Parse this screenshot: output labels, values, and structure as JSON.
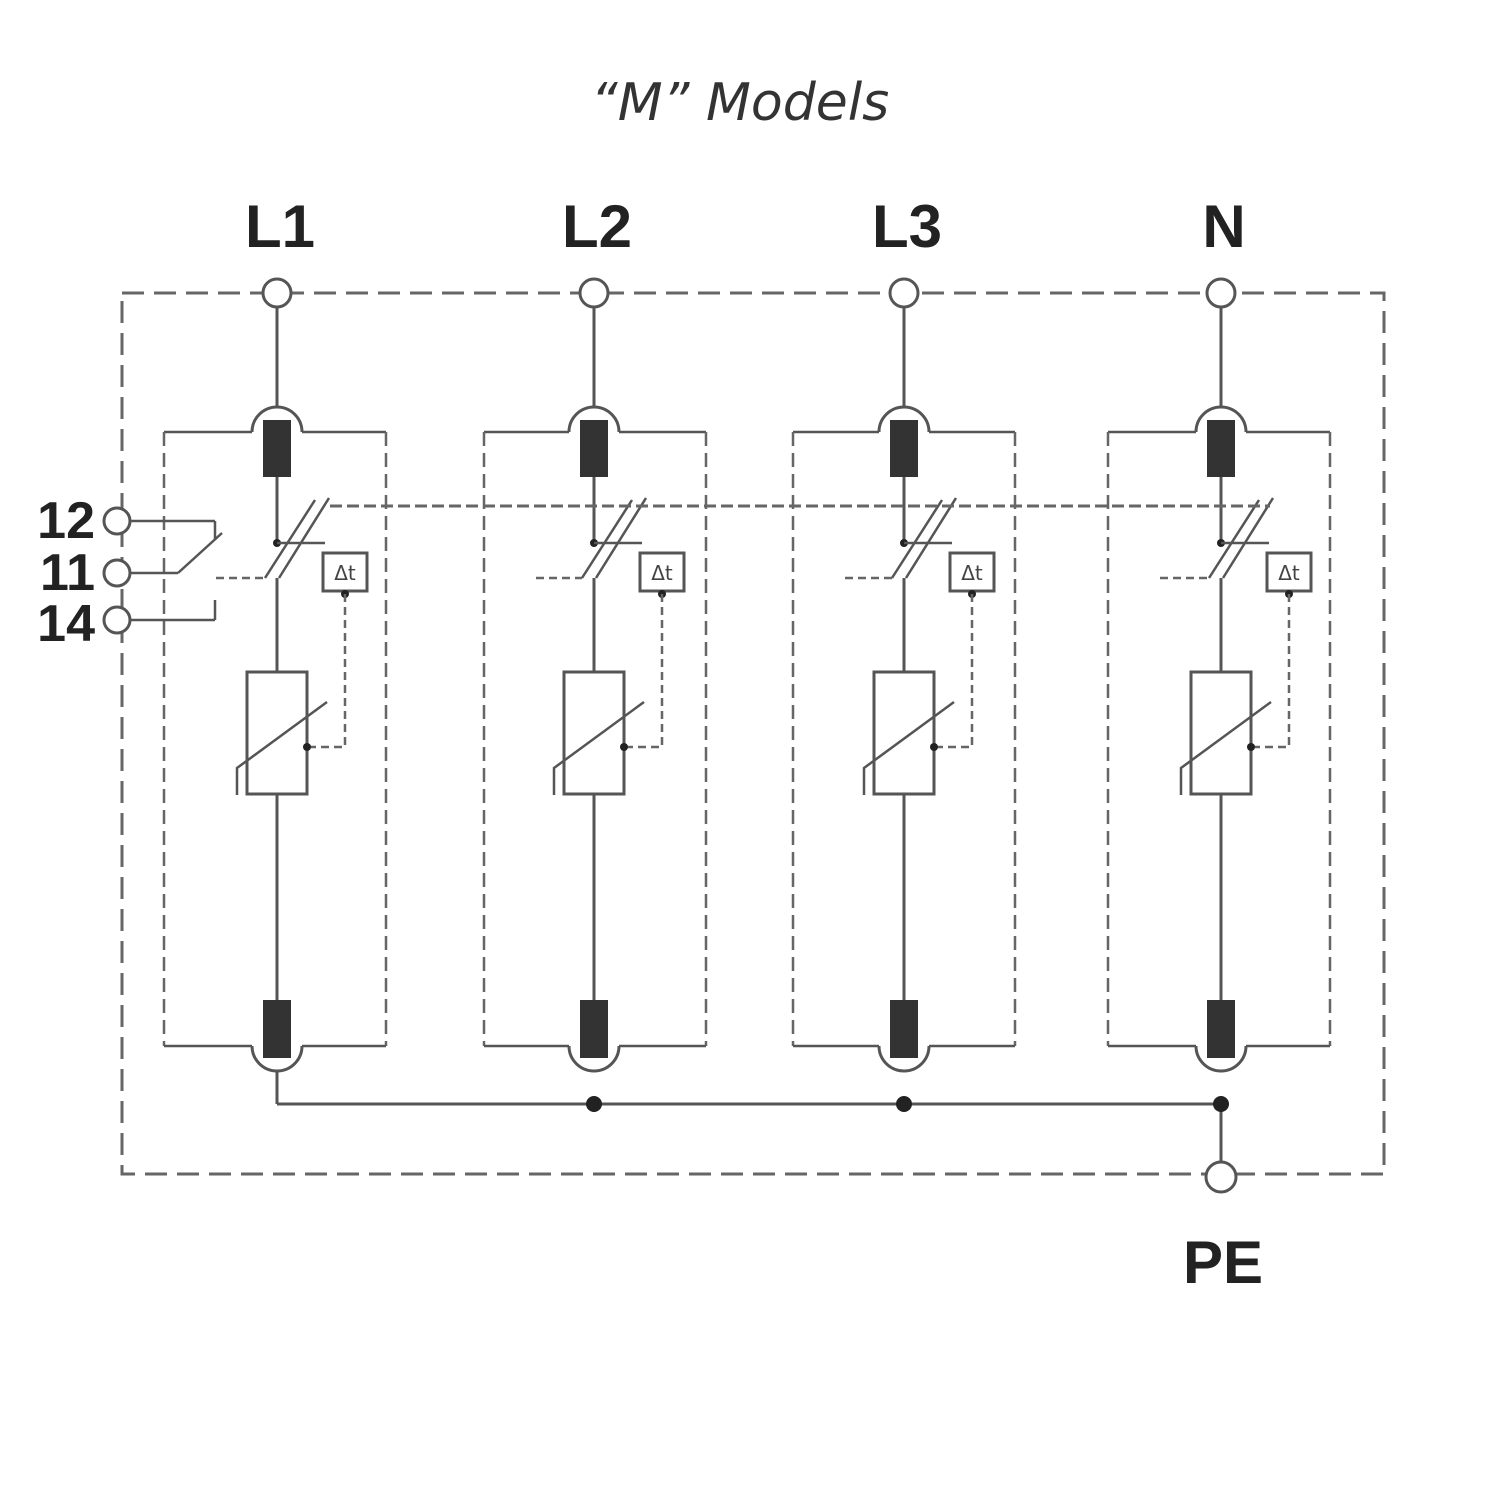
{
  "title": "“M” Models",
  "poles": [
    {
      "label": "L1"
    },
    {
      "label": "L2"
    },
    {
      "label": "L3"
    },
    {
      "label": "N"
    }
  ],
  "contacts": [
    {
      "label": "12"
    },
    {
      "label": "11"
    },
    {
      "label": "14"
    }
  ],
  "thermal_label": "Δt",
  "earth_label": "PE"
}
